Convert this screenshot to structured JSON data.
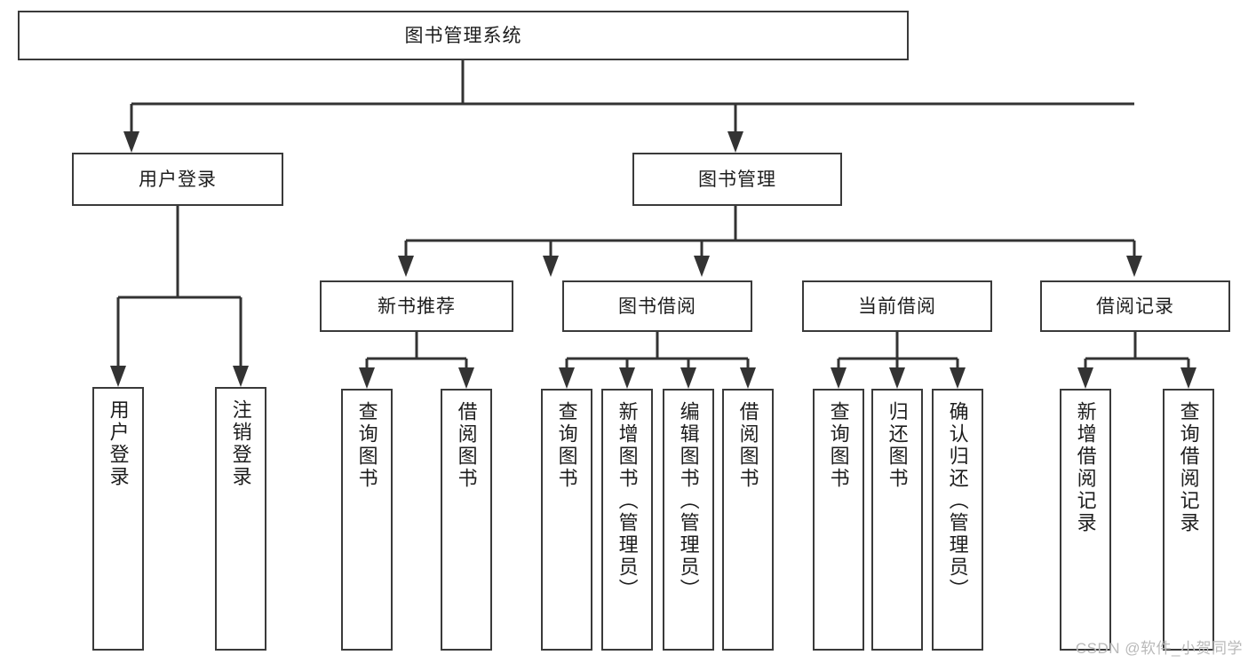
{
  "diagram": {
    "type": "tree-hierarchy",
    "title": "图书管理系统",
    "root": {
      "label": "图书管理系统"
    },
    "level1": [
      {
        "label": "用户登录"
      },
      {
        "label": "图书管理"
      }
    ],
    "level2": [
      {
        "label": "新书推荐",
        "parent": "图书管理"
      },
      {
        "label": "图书借阅",
        "parent": "图书管理"
      },
      {
        "label": "当前借阅",
        "parent": "图书管理"
      },
      {
        "label": "借阅记录",
        "parent": "图书管理"
      }
    ],
    "leaves": {
      "user_login": [
        {
          "label": "用户登录"
        },
        {
          "label": "注销登录"
        }
      ],
      "new_book_recommend": [
        {
          "label": "查询图书"
        },
        {
          "label": "借阅图书"
        }
      ],
      "book_borrow": [
        {
          "label": "查询图书"
        },
        {
          "label": "新增图书（管理员）"
        },
        {
          "label": "编辑图书（管理员）"
        },
        {
          "label": "借阅图书"
        }
      ],
      "current_borrow": [
        {
          "label": "查询图书"
        },
        {
          "label": "归还图书"
        },
        {
          "label": "确认归还（管理员）"
        }
      ],
      "borrow_record": [
        {
          "label": "新增借阅记录"
        },
        {
          "label": "查询借阅记录"
        }
      ]
    },
    "watermark": "CSDN @软件_小贺同学",
    "colors": {
      "box_border": "#3a3a3a",
      "connector": "#333333",
      "text": "#1d1d1d",
      "background": "#ffffff",
      "watermark": "#b9b9b9"
    }
  }
}
